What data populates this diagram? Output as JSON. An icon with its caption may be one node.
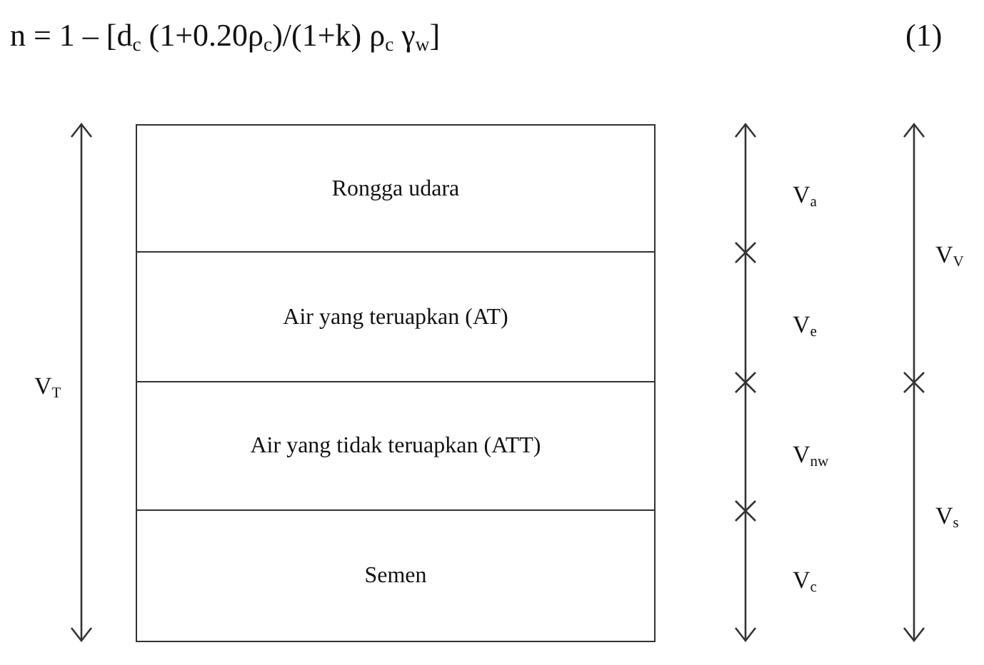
{
  "diagram": {
    "nodes": [
      {
        "text": [
          "Rongga udara"
        ]
      },
      {
        "text": [
          "Air yang teruapkan (AT)"
        ]
      },
      {
        "text": [
          "Air yang tidak teruapkan (ATT)"
        ]
      },
      {
        "text": [
          "Semen"
        ]
      }
    ],
    "labels": [
      "n = 1 – [d$_{c}$ (1+0.20ρ$_{c}$)/(1+k) ρ$_{c}$ γ$_{w}$]",
      "(1)",
      "V$_{T}$",
      "V$_{a}$",
      "V$_{e}$",
      "V$_{nw}$",
      "V$_{c}$",
      "V$_{V}$",
      "V$_{s}$"
    ]
  }
}
